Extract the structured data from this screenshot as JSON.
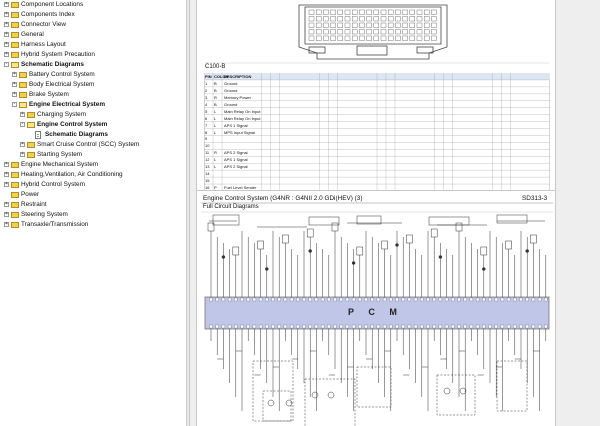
{
  "tree": {
    "items": [
      {
        "label": "Component Locations",
        "depth": 0,
        "toggle": "+",
        "icon": "folder"
      },
      {
        "label": "Components Index",
        "depth": 0,
        "toggle": "+",
        "icon": "folder"
      },
      {
        "label": "Connector View",
        "depth": 0,
        "toggle": "+",
        "icon": "folder"
      },
      {
        "label": "General",
        "depth": 0,
        "toggle": "+",
        "icon": "folder"
      },
      {
        "label": "Harness Layout",
        "depth": 0,
        "toggle": "+",
        "icon": "folder"
      },
      {
        "label": "Hybrid System Precaution",
        "depth": 0,
        "toggle": "+",
        "icon": "folder"
      },
      {
        "label": "Schematic Diagrams",
        "depth": 0,
        "toggle": "-",
        "icon": "folder-open",
        "bold": true
      },
      {
        "label": "Battery Control System",
        "depth": 1,
        "toggle": "+",
        "icon": "folder"
      },
      {
        "label": "Body Electrical System",
        "depth": 1,
        "toggle": "+",
        "icon": "folder"
      },
      {
        "label": "Brake System",
        "depth": 1,
        "toggle": "+",
        "icon": "folder"
      },
      {
        "label": "Engine Electrical System",
        "depth": 1,
        "toggle": "-",
        "icon": "folder-open",
        "bold": true
      },
      {
        "label": "Charging System",
        "depth": 2,
        "toggle": "+",
        "icon": "folder"
      },
      {
        "label": "Engine Control System",
        "depth": 2,
        "toggle": "-",
        "icon": "folder-open",
        "bold": true
      },
      {
        "label": "Schematic Diagrams",
        "depth": 3,
        "toggle": "",
        "icon": "doc",
        "bold": true
      },
      {
        "label": "Smart Cruise Control (SCC) System",
        "depth": 2,
        "toggle": "+",
        "icon": "folder"
      },
      {
        "label": "Starting System",
        "depth": 2,
        "toggle": "+",
        "icon": "folder"
      },
      {
        "label": "Engine Mechanical System",
        "depth": 0,
        "toggle": "+",
        "icon": "folder"
      },
      {
        "label": "Heating,Ventilation, Air Conditioning",
        "depth": 0,
        "toggle": "+",
        "icon": "folder"
      },
      {
        "label": "Hybrid Control System",
        "depth": 0,
        "toggle": "+",
        "icon": "folder"
      },
      {
        "label": "Power",
        "depth": 0,
        "toggle": "",
        "icon": "folder"
      },
      {
        "label": "Restraint",
        "depth": 0,
        "toggle": "+",
        "icon": "folder"
      },
      {
        "label": "Steering System",
        "depth": 0,
        "toggle": "+",
        "icon": "folder"
      },
      {
        "label": "Transaxle/Transmission",
        "depth": 0,
        "toggle": "+",
        "icon": "folder"
      }
    ]
  },
  "viewer": {
    "connector_id": "C100-B",
    "table_headers": [
      "PIN",
      "COLOR",
      "DESCRIPTION"
    ],
    "table_rows": [
      [
        "1",
        "B",
        "Ground"
      ],
      [
        "2",
        "B",
        "Ground"
      ],
      [
        "3",
        "R",
        "Memory Power"
      ],
      [
        "4",
        "B",
        "Ground"
      ],
      [
        "5",
        "L",
        "Main Relay On Input"
      ],
      [
        "6",
        "L",
        "Main Relay On Input"
      ],
      [
        "7",
        "L",
        "APS 1 Signal"
      ],
      [
        "8",
        "L",
        "MPS Input Signal"
      ],
      [
        "9",
        "",
        ""
      ],
      [
        "10",
        "",
        ""
      ],
      [
        "11",
        "R",
        "APS 2 Signal"
      ],
      [
        "12",
        "L",
        "APS 1 Signal"
      ],
      [
        "13",
        "L",
        "APS 2 Signal"
      ],
      [
        "14",
        "",
        ""
      ],
      [
        "15",
        "",
        ""
      ],
      [
        "16",
        "P",
        "Fuel Level Sender"
      ]
    ],
    "page_title": "Engine Control System (G4NR : G4NII 2.0 GDi(HEV) (3)",
    "page_code": "SD313-3",
    "diagram_title": "Full Circuit Diagrams",
    "pcm_label": "P C M"
  },
  "colors": {
    "folder": "#f2cf4e",
    "accent": "#bfc6e8"
  }
}
